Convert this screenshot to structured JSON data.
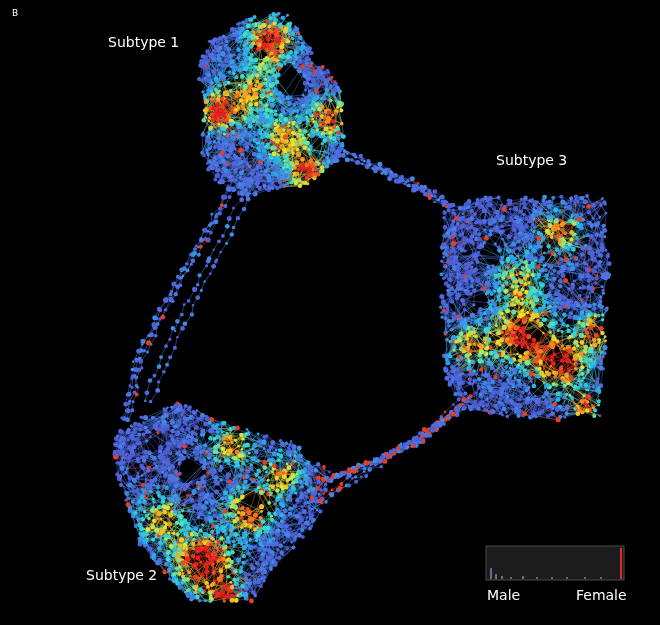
{
  "diagram": {
    "labels": [
      "B",
      "Subtype 1",
      "Subtype 3",
      "Subtype 2",
      "Male",
      "Female"
    ]
  }
}
